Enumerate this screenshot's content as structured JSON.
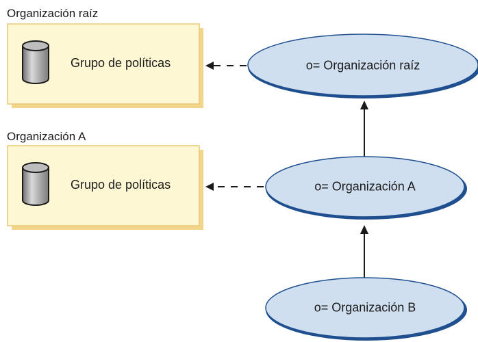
{
  "diagram": {
    "groups": [
      {
        "title": "Organización raíz",
        "box_label": "Grupo de políticas"
      },
      {
        "title": "Organización A",
        "box_label": "Grupo de políticas"
      }
    ],
    "nodes": [
      {
        "label": "o= Organización raíz"
      },
      {
        "label": "o= Organización A"
      },
      {
        "label": "o= Organización B"
      }
    ],
    "colors": {
      "box_fill": "#fdf7d3",
      "box_shadow": "#f2d48a",
      "node_fill": "#cfdff0",
      "node_edge": "#1f4f8f",
      "cylinder": "#8c8c8c",
      "line": "#1a1a1a"
    }
  }
}
